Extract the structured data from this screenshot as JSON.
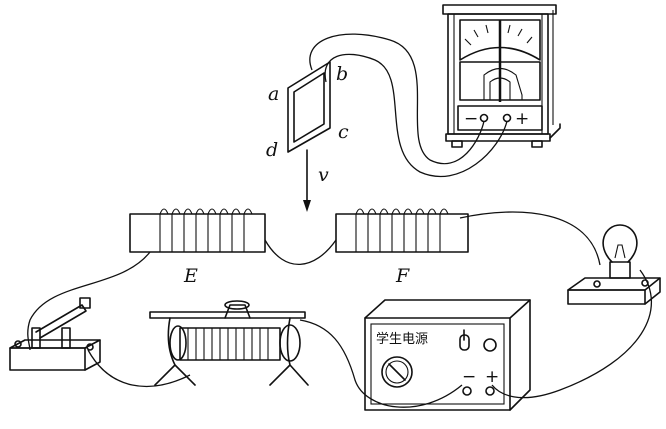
{
  "labels": {
    "a": "a",
    "b": "b",
    "c": "c",
    "d": "d",
    "v": "v",
    "coil_e": "E",
    "coil_f": "F"
  },
  "galvanometer": {
    "minus": "−",
    "plus": "+"
  },
  "power_supply": {
    "title": "学生电源",
    "minus": "−",
    "plus": "+"
  }
}
